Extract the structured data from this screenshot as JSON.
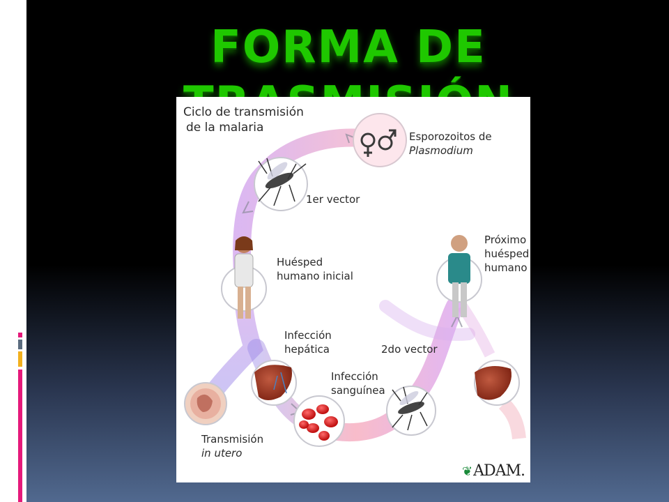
{
  "slide": {
    "title": "FORMA DE TRASMISIÓN",
    "accent_color": "#1fc800",
    "deco_colors": [
      "#e5197a",
      "#5b6c7f",
      "#f2b01e",
      "#e5197a"
    ]
  },
  "diagram": {
    "heading_line1": "Ciclo de transmisión",
    "heading_line2": "de la malaria",
    "esporozoitos_line1": "Esporozoitos de",
    "esporozoitos_line2": "Plasmodium",
    "vector1": "1er vector",
    "huesped_inicial_line1": "Huésped",
    "huesped_inicial_line2": "humano inicial",
    "proximo_line1": "Próximo",
    "proximo_line2": "huésped",
    "proximo_line3": "humano",
    "hepatica_line1": "Infección",
    "hepatica_line2": "hepática",
    "vector2": "2do vector",
    "sanguinea_line1": "Infección",
    "sanguinea_line2": "sanguínea",
    "utero_line1": "Transmisión",
    "utero_line2": "in utero",
    "logo": "ADAM.",
    "icons": [
      "female-symbol-icon",
      "male-symbol-icon",
      "mosquito-icon",
      "woman-icon",
      "man-icon",
      "liver-icon",
      "red-blood-cells-icon",
      "fetus-icon"
    ]
  }
}
